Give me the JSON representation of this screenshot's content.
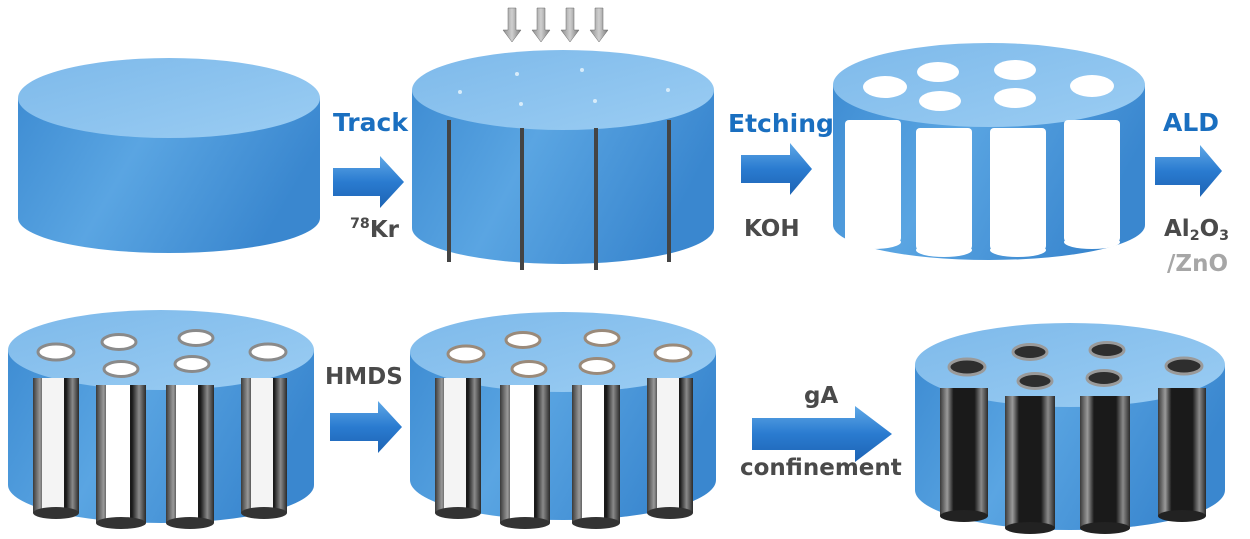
{
  "steps": {
    "track": {
      "label": "Track",
      "sub_sup": "78",
      "sub_main": "Kr"
    },
    "etching": {
      "label": "Etching",
      "sub": "KOH"
    },
    "ald": {
      "label": "ALD",
      "sub_a": "Al",
      "sub_a_idx": "2",
      "sub_b": "O",
      "sub_b_idx": "3",
      "sub_c": "/ZnO"
    },
    "hmds": {
      "label": "HMDS"
    },
    "ga": {
      "label": "gA",
      "sub": "confinement"
    }
  },
  "colors": {
    "body": "#4d9ad9",
    "top": "#8cc3ef",
    "arrow": "#2a7bd0",
    "label_blue": "#1a6fc0",
    "label_dark": "#4a4a4a",
    "label_grey": "#a6a6a6"
  }
}
